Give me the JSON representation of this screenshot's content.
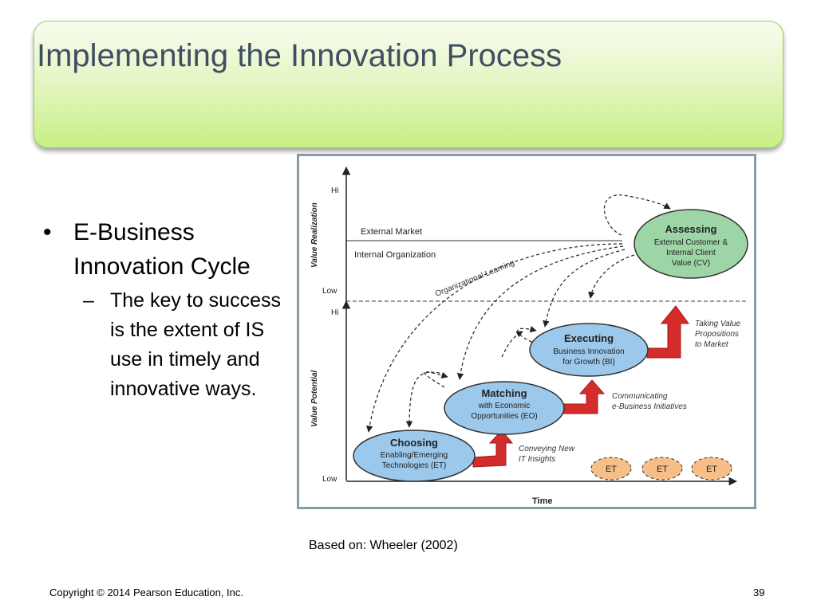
{
  "slide": {
    "title": "Implementing the Innovation Process",
    "bullet": {
      "symbol": "•",
      "text": "E-Business Innovation Cycle",
      "sub_symbol": "–",
      "sub_text": "The key to success is the extent of IS use in timely and innovative ways."
    },
    "caption": "Based on: Wheeler (2002)",
    "copyright": "Copyright © 2014 Pearson Education, Inc.",
    "page_number": "39"
  },
  "diagram": {
    "y_axis_top_label": "Value Realization",
    "y_axis_bottom_label": "Value Potential",
    "x_axis_label": "Time",
    "ticks": {
      "hi_top": "Hi",
      "low_top": "Low",
      "hi_bottom": "Hi",
      "low_bottom": "Low"
    },
    "external_market": "External Market",
    "internal_organization": "Internal Organization",
    "organizational_learning": "Organizational Learning",
    "assessing": {
      "title": "Assessing",
      "line1": "External Customer &",
      "line2": "Internal Client",
      "line3": "Value (CV)"
    },
    "executing": {
      "title": "Executing",
      "line1": "Business Innovation",
      "line2": "for Growth (BI)"
    },
    "matching": {
      "title": "Matching",
      "line1": "with Economic",
      "line2": "Opportunities (EO)"
    },
    "choosing": {
      "title": "Choosing",
      "line1": "Enabling/Emerging",
      "line2": "Technologies (ET)"
    },
    "taking_value": {
      "line1": "Taking Value",
      "line2": "Propositions",
      "line3": "to Market"
    },
    "communicating": {
      "line1": "Communicating",
      "line2": "e-Business Initiatives"
    },
    "conveying": {
      "line1": "Conveying New",
      "line2": "IT Insights"
    },
    "et_labels": [
      "ET",
      "ET",
      "ET"
    ],
    "colors": {
      "green_node": "#9dd5a6",
      "blue_node": "#9cc8eb",
      "orange_node": "#f7bf87",
      "red_arrow": "#d62b2b",
      "title_text": "#3f4f62"
    }
  }
}
